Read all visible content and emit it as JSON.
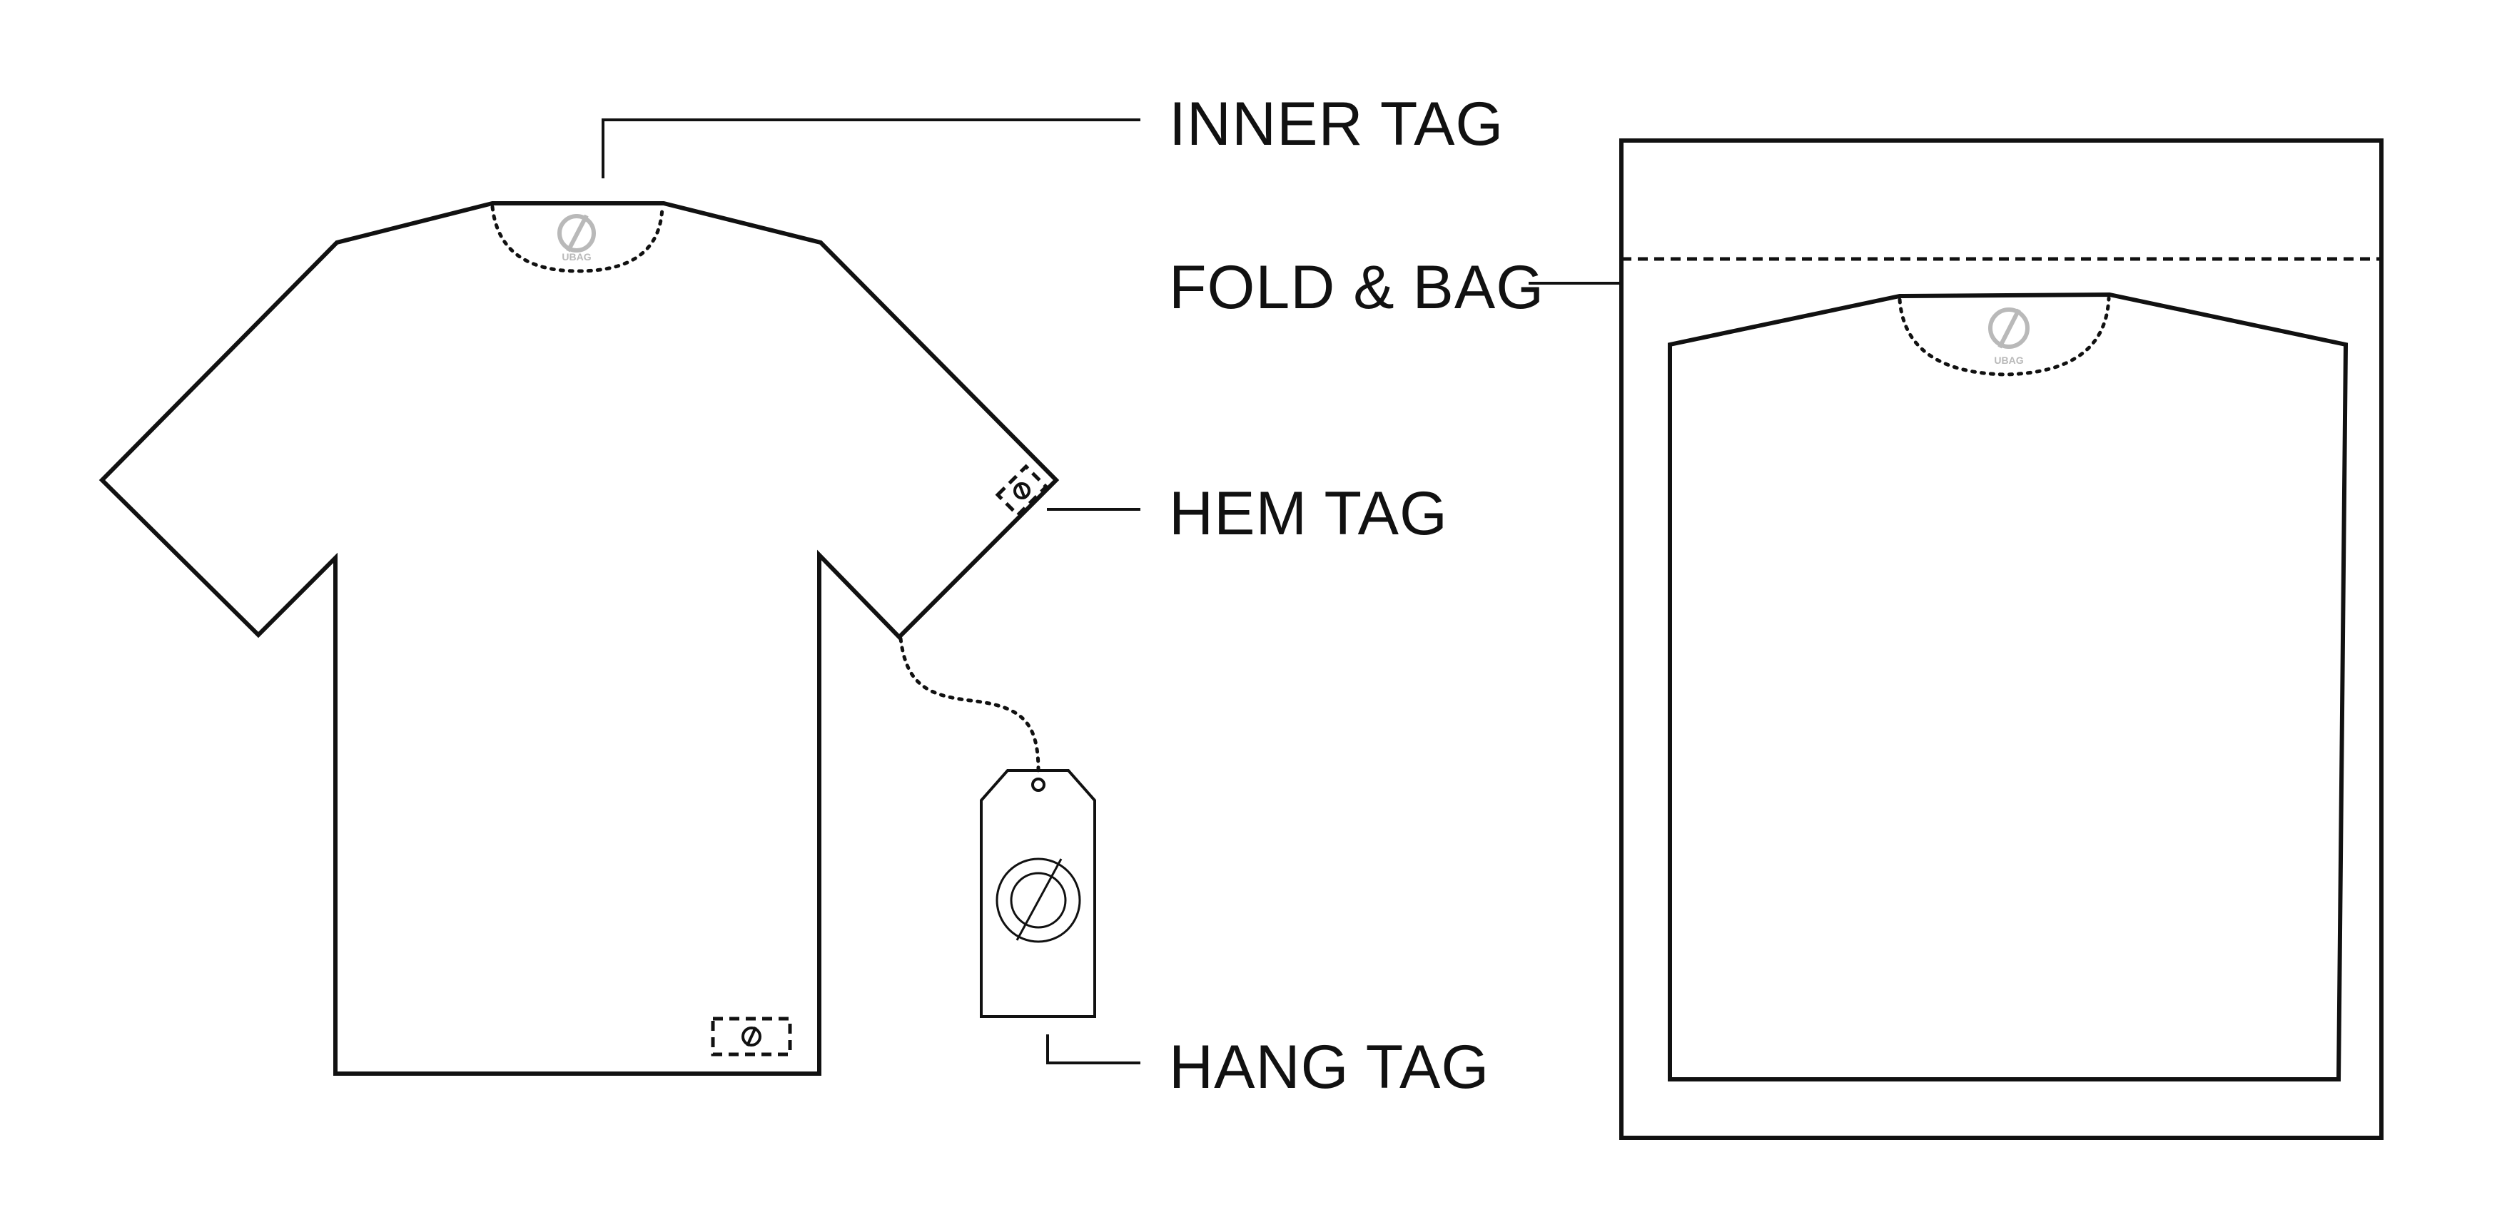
{
  "labels": {
    "inner_tag": "INNER TAG",
    "fold_bag": "FOLD & BAG",
    "hem_tag": "HEM TAG",
    "hang_tag": "HANG TAG"
  },
  "logo": {
    "icon": "slashed-circle-logo-icon",
    "text": "UBAG"
  },
  "colors": {
    "stroke": "#111111",
    "logo": "#b9b9b9",
    "background": "#ffffff"
  }
}
